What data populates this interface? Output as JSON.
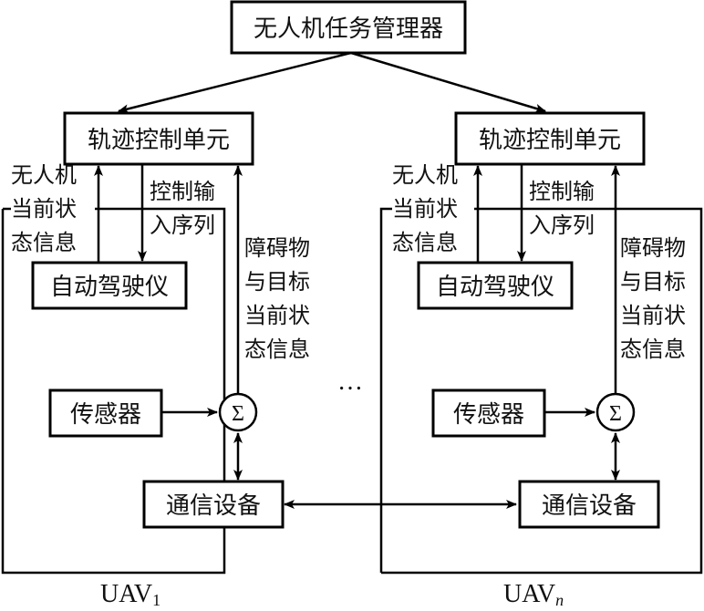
{
  "manager": {
    "label": "无人机任务管理器"
  },
  "dots": "…",
  "uavs": [
    {
      "name": "UAV",
      "subscript": "1",
      "trajectory_unit": "轨迹控制单元",
      "autopilot": "自动驾驶仪",
      "sensor": "传感器",
      "comm": "通信设备",
      "sum_symbol": "Σ",
      "state_label": [
        "无人机",
        "当前状",
        "态信息"
      ],
      "control_label": [
        "控制输",
        "入序列"
      ],
      "obstacle_label": [
        "障碍物",
        "与目标",
        "当前状",
        "态信息"
      ]
    },
    {
      "name": "UAV",
      "subscript": "n",
      "trajectory_unit": "轨迹控制单元",
      "autopilot": "自动驾驶仪",
      "sensor": "传感器",
      "comm": "通信设备",
      "sum_symbol": "Σ",
      "state_label": [
        "无人机",
        "当前状",
        "态信息"
      ],
      "control_label": [
        "控制输",
        "入序列"
      ],
      "obstacle_label": [
        "障碍物",
        "与目标",
        "当前状",
        "态信息"
      ]
    }
  ]
}
